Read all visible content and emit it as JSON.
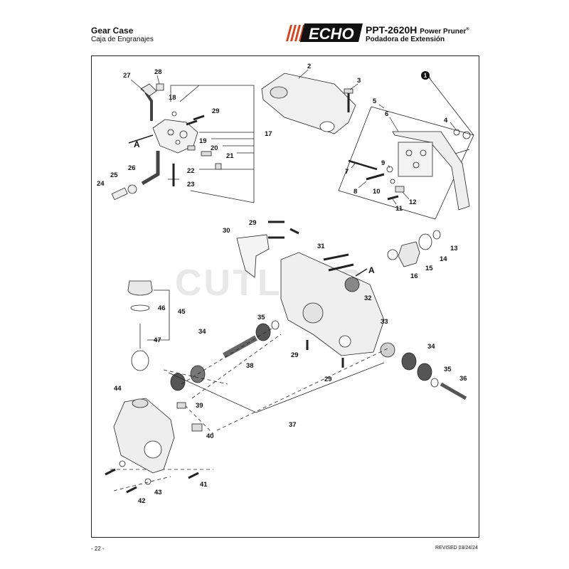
{
  "header": {
    "title": "Gear Case",
    "subtitle": "Caja de Engranajes",
    "brand": "ECHO",
    "model": "PPT-2620H",
    "product_en": "Power Pruner",
    "reg_mark": "®",
    "product_es": "Podadora de Extensión"
  },
  "watermark": "CUTLERS",
  "parts": {
    "p1": "1",
    "p2": "2",
    "p3": "3",
    "p4": "4",
    "p5": "5",
    "p6": "6",
    "p7": "7",
    "p8": "8",
    "p9": "9",
    "p10": "10",
    "p11": "11",
    "p12": "12",
    "p13": "13",
    "p14": "14",
    "p15": "15",
    "p16": "16",
    "p17": "17",
    "p18": "18",
    "p19": "19",
    "p20": "20",
    "p21": "21",
    "p22": "22",
    "p23": "23",
    "p24": "24",
    "p25": "25",
    "p26": "26",
    "p27": "27",
    "p28": "28",
    "p29a": "29",
    "p29b": "29",
    "p29c": "29",
    "p29d": "29",
    "p30": "30",
    "p31": "31",
    "p32": "32",
    "p33": "33",
    "p34a": "34",
    "p34b": "34",
    "p35a": "35",
    "p35b": "35",
    "p36": "36",
    "p37": "37",
    "p38": "38",
    "p39": "39",
    "p40": "40",
    "p41": "41",
    "p42": "42",
    "p43": "43",
    "p44": "44",
    "p45": "45",
    "p46": "46",
    "p47": "47",
    "refA1": "A",
    "refA2": "A"
  },
  "footer": {
    "page": "- 22 -",
    "revised": "REVISED 03/24/24"
  }
}
